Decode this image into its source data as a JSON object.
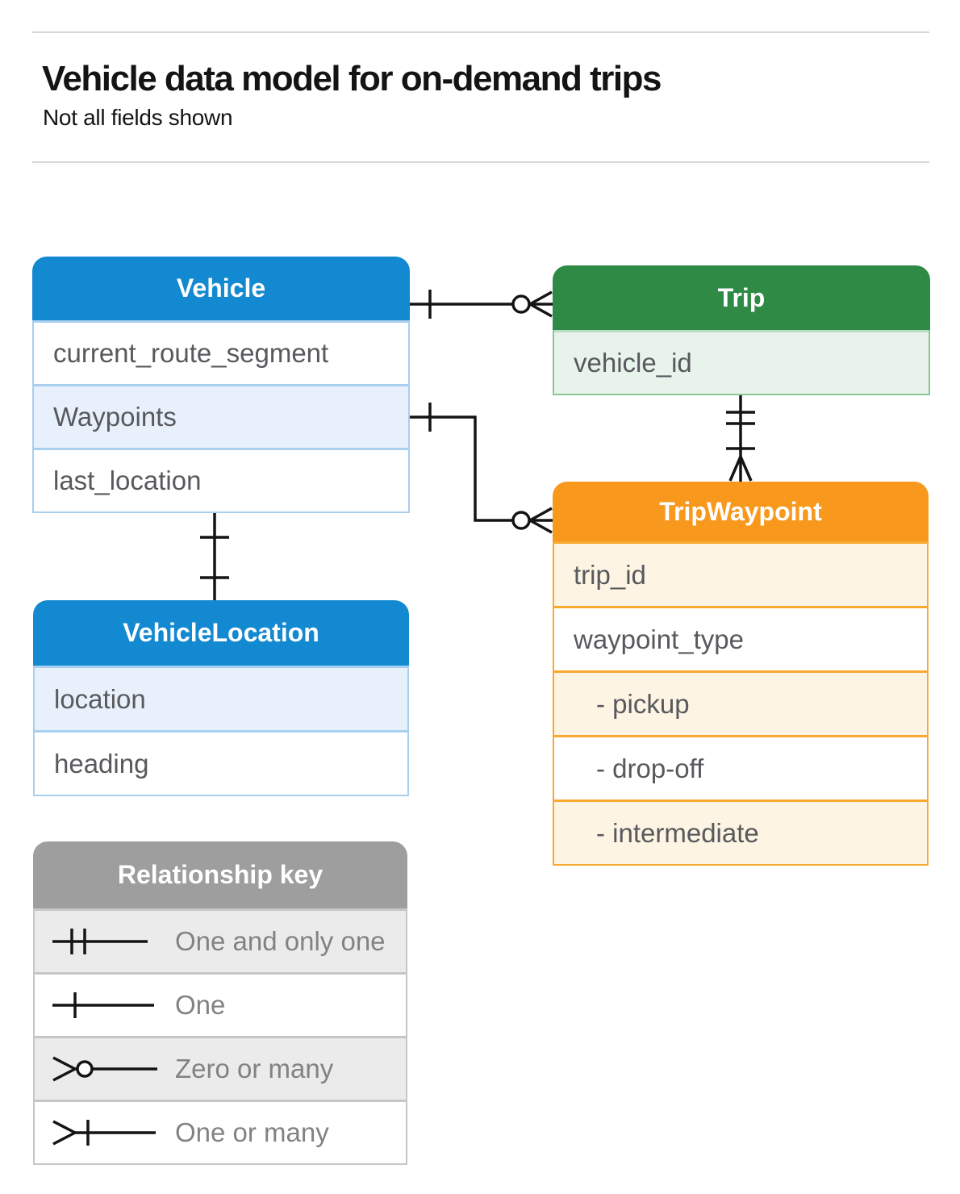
{
  "header": {
    "title": "Vehicle data model for on-demand trips",
    "subtitle": "Not all fields shown"
  },
  "tables": {
    "vehicle": {
      "title": "Vehicle",
      "fields": [
        {
          "label": "current_route_segment"
        },
        {
          "label": "Waypoints"
        },
        {
          "label": "last_location"
        }
      ]
    },
    "trip": {
      "title": "Trip",
      "fields": [
        {
          "label": "vehicle_id"
        }
      ]
    },
    "trip_waypoint": {
      "title": "TripWaypoint",
      "fields": [
        {
          "label": "trip_id"
        },
        {
          "label": "waypoint_type"
        },
        {
          "label": "- pickup",
          "indent": true
        },
        {
          "label": "- drop-off",
          "indent": true
        },
        {
          "label": "- intermediate",
          "indent": true
        }
      ]
    },
    "vehicle_location": {
      "title": "VehicleLocation",
      "fields": [
        {
          "label": "location"
        },
        {
          "label": "heading"
        }
      ]
    }
  },
  "relationship_key": {
    "title": "Relationship key",
    "items": [
      {
        "symbol": "one-and-only-one",
        "label": "One and only one"
      },
      {
        "symbol": "one",
        "label": "One"
      },
      {
        "symbol": "zero-or-many",
        "label": "Zero or many"
      },
      {
        "symbol": "one-or-many",
        "label": "One or many"
      }
    ]
  },
  "connections": [
    {
      "id": "vehicle-trip",
      "from": "Vehicle",
      "to": "Trip",
      "from_end": "one",
      "to_end": "zero-or-many"
    },
    {
      "id": "vehicle-waypoints-tripwaypoint",
      "from": "Vehicle.Waypoints",
      "to": "TripWaypoint",
      "from_end": "one",
      "to_end": "zero-or-many"
    },
    {
      "id": "trip-tripwaypoint",
      "from": "Trip",
      "to": "TripWaypoint",
      "from_end": "one-and-only-one",
      "to_end": "one-or-many"
    },
    {
      "id": "vehicle-vehiclelocation",
      "from": "Vehicle",
      "to": "VehicleLocation",
      "from_end": "one",
      "to_end": "one"
    }
  ],
  "colors": {
    "blue_header": "#1389d2",
    "blue_row": "#e8f1fb",
    "blue_border": "#a9cfef",
    "green_header": "#2e8a44",
    "green_row": "#e8f3eb",
    "green_border": "#8cc79a",
    "orange_header": "#f8981d",
    "orange_row": "#fef4e3",
    "orange_border": "#f9a930",
    "gray_header": "#9e9e9e",
    "gray_row": "#ebebeb",
    "field_text": "#57595d",
    "connector": "#141414"
  }
}
